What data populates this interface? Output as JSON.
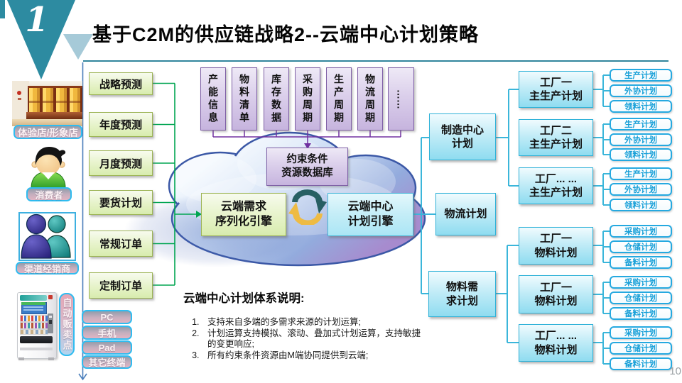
{
  "slide": {
    "badge": "1",
    "title": "基于C2M的供应链战略2--云端中心计划策略",
    "page_number": "10"
  },
  "channels": {
    "store": "体验店/形象店",
    "consumer": "消费者",
    "distributor": "渠道经销商",
    "vending": "自动贩卖点",
    "terminals": [
      "PC",
      "手机",
      "Pad",
      "其它终端"
    ]
  },
  "demand_inputs": [
    "战略预测",
    "年度预测",
    "月度预测",
    "要货计划",
    "常规订单",
    "定制订单"
  ],
  "constraint_inputs": [
    "产能信息",
    "物料清单",
    "库存数据",
    "采购周期",
    "生产周期",
    "物流周期",
    "……"
  ],
  "cloud": {
    "constraint_db": [
      "约束条件",
      "资源数据库"
    ],
    "demand_engine": [
      "云端需求",
      "序列化引擎"
    ],
    "planning_engine": [
      "云端中心",
      "计划引擎"
    ],
    "cycle_icon": "sync-arrows"
  },
  "center_plans": {
    "manufacturing": [
      "制造中心",
      "计划"
    ],
    "logistics": "物流计划",
    "material": [
      "物料需",
      "求计划"
    ]
  },
  "production_groups": [
    {
      "factory": [
        "工厂一",
        "主生产计划"
      ],
      "subplans": [
        "生产计划",
        "外协计划",
        "领料计划"
      ]
    },
    {
      "factory": [
        "工厂二",
        "主生产计划"
      ],
      "subplans": [
        "生产计划",
        "外协计划",
        "领料计划"
      ]
    },
    {
      "factory": [
        "工厂... ...",
        "主生产计划"
      ],
      "subplans": [
        "生产计划",
        "外协计划",
        "领料计划"
      ]
    }
  ],
  "material_groups": [
    {
      "factory": [
        "工厂一",
        "物料计划"
      ],
      "subplans": [
        "采购计划",
        "仓储计划",
        "备料计划"
      ]
    },
    {
      "factory": [
        "工厂一",
        "物料计划"
      ],
      "subplans": [
        "采购计划",
        "仓储计划",
        "备料计划"
      ]
    },
    {
      "factory": [
        "工厂... ...",
        "物料计划"
      ],
      "subplans": [
        "采购计划",
        "仓储计划",
        "备料计划"
      ]
    }
  ],
  "notes": {
    "heading": "云端中心计划体系说明:",
    "items": [
      "支持来自多端的多需求来源的计划运算;",
      "计划运算支持模拟、滚动、叠加式计划运算，支持敏捷的变更响应;",
      "所有约束条件资源由M端协同提供到云端;"
    ]
  },
  "colors": {
    "accent_teal": "#2d8ba1",
    "line_teal": "#31859c",
    "green_line": "#00a551",
    "purple_line": "#7030a0",
    "cyan_line": "#3bb6da",
    "blue_line": "#4a7ebb"
  }
}
